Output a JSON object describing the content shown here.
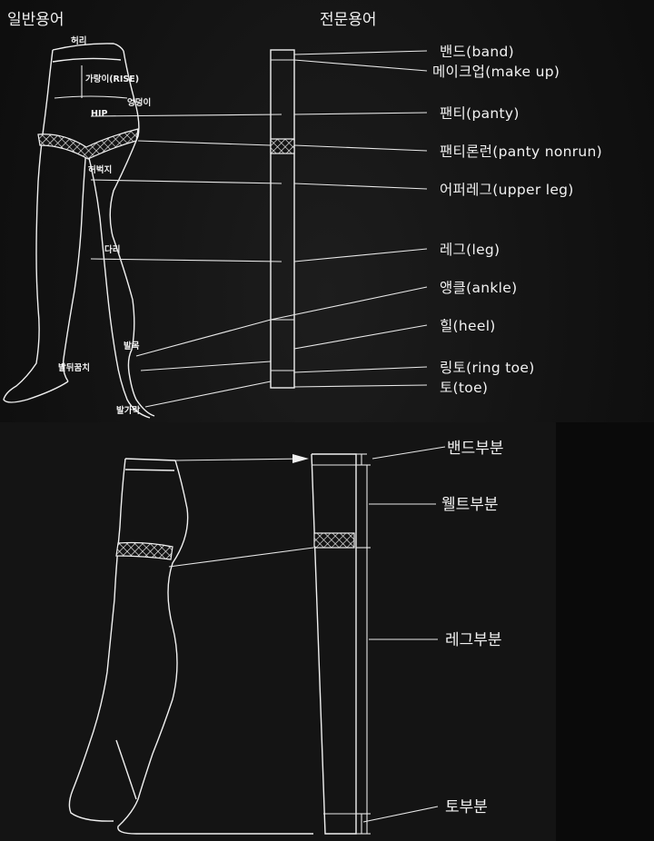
{
  "headers": {
    "general": "일반용어",
    "technical": "전문용어"
  },
  "top_labels": [
    "밴드(band)",
    "메이크업(make up)",
    "팬티(panty)",
    "팬티론런(panty nonrun)",
    "어퍼레그(upper leg)",
    "레그(leg)",
    "앵클(ankle)",
    "힐(heel)",
    "링토(ring toe)",
    "토(toe)"
  ],
  "small_labels": {
    "waist": "허리",
    "rise": "가랑이(RISE)",
    "buttocks": "엉덩이",
    "hip": "HIP",
    "thigh": "허벅지",
    "leg": "다리",
    "ankle": "발목",
    "heel_bone": "발뒤꿈치",
    "toe_tip": "발가락"
  },
  "bottom_labels": [
    "밴드부분",
    "웰트부분",
    "레그부분",
    "토부분"
  ],
  "colors": {
    "background": "#121212",
    "line": "#f0f0f0"
  }
}
